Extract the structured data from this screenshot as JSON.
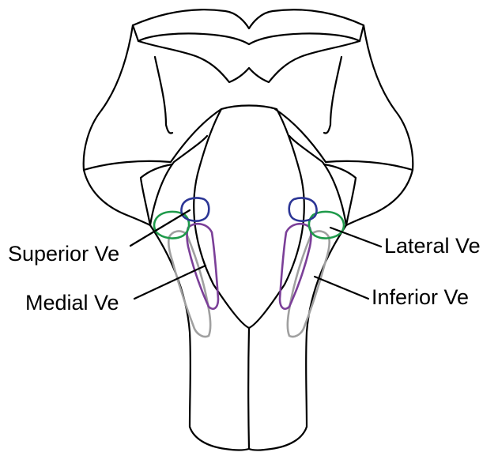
{
  "labels": {
    "superior": "Superior Ve",
    "medial": "Medial Ve",
    "lateral": "Lateral Ve",
    "inferior": "Inferior Ve"
  },
  "colors": {
    "outline": "#000000",
    "superior_nucleus": "#2b3595",
    "lateral_nucleus": "#1e9a4a",
    "medial_nucleus": "#7b3f98",
    "inferior_nucleus": "#a0a0a0"
  }
}
